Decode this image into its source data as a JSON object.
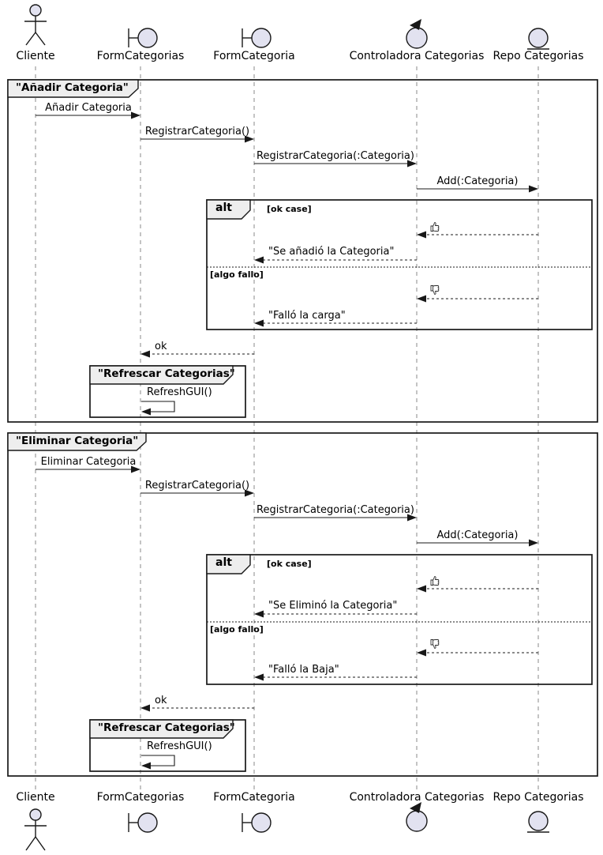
{
  "colors": {
    "line": "#181818",
    "lifeline": "#8a8a8a",
    "participant_fill": "#e2e2f0",
    "frame_tab_fill": "#eeeeee"
  },
  "participants": [
    {
      "name": "Cliente",
      "icon": "actor-icon"
    },
    {
      "name": "FormCategorias",
      "icon": "boundary-icon"
    },
    {
      "name": "FormCategoria",
      "icon": "boundary-icon"
    },
    {
      "name": "Controladora Categorias",
      "icon": "control-icon"
    },
    {
      "name": "Repo Categorias",
      "icon": "entity-icon"
    }
  ],
  "frame1": {
    "title": "\"Añadir Categoria\"",
    "msg1": "Añadir Categoria",
    "msg2": "RegistrarCategoria()",
    "msg3": "RegistrarCategoria(:Categoria)",
    "msg4": "Add(:Categoria)",
    "alt": {
      "operator": "alt",
      "guard_ok": "[ok case]",
      "ok_icon": "thumbs-up-icon",
      "msg_ok": "\"Se añadió la Categoria\"",
      "guard_fail": "[algo fallo]",
      "fail_icon": "thumbs-down-icon",
      "msg_fail": "\"Falló la carga\""
    },
    "msg_return": "ok",
    "refresh": {
      "title": "\"Refrescar Categorias\"",
      "msg": "RefreshGUI()"
    }
  },
  "frame2": {
    "title": "\"Eliminar Categoria\"",
    "msg1": "Eliminar Categoria",
    "msg2": "RegistrarCategoria()",
    "msg3": "RegistrarCategoria(:Categoria)",
    "msg4": "Add(:Categoria)",
    "alt": {
      "operator": "alt",
      "guard_ok": "[ok case]",
      "ok_icon": "thumbs-up-icon",
      "msg_ok": "\"Se Eliminó la Categoria\"",
      "guard_fail": "[algo fallo]",
      "fail_icon": "thumbs-down-icon",
      "msg_fail": "\"Falló la Baja\""
    },
    "msg_return": "ok",
    "refresh": {
      "title": "\"Refrescar Categorias\"",
      "msg": "RefreshGUI()"
    }
  }
}
